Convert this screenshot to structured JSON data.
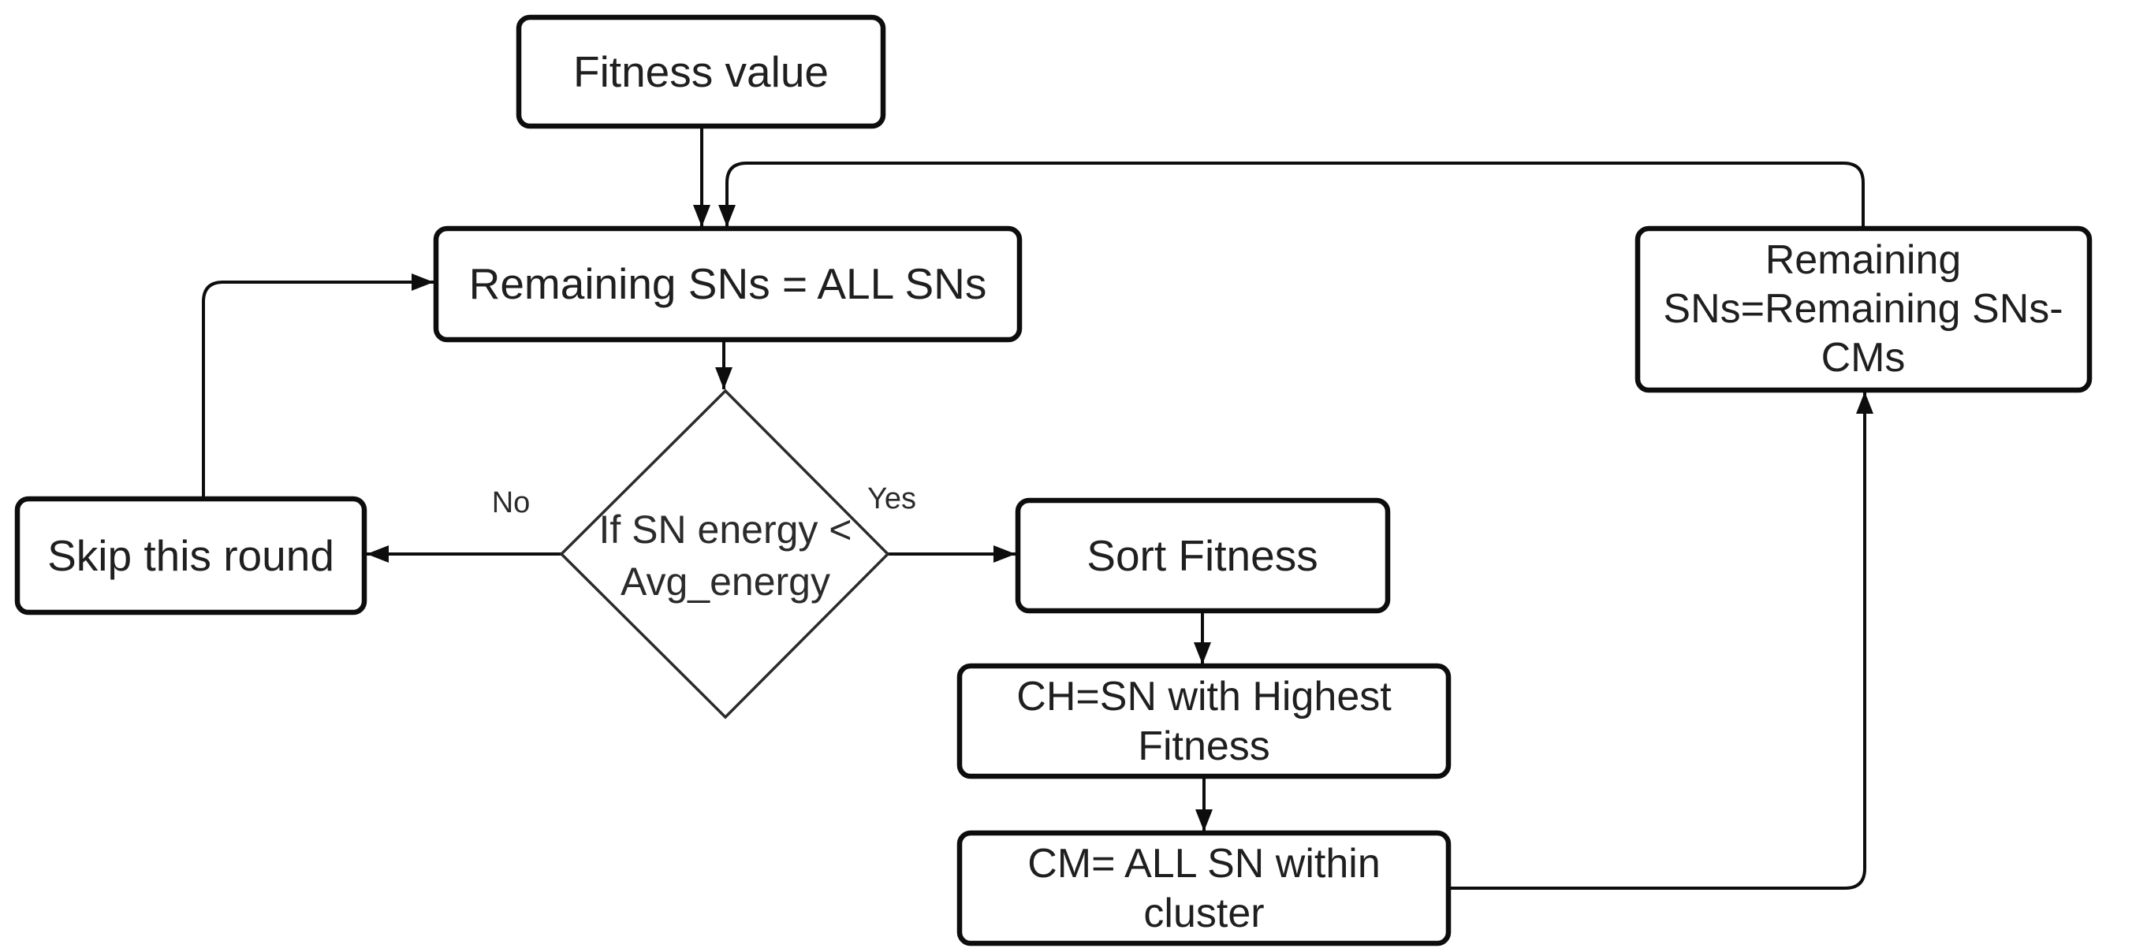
{
  "diagram": {
    "type": "flowchart",
    "colors": {
      "background": "#ffffff",
      "stroke": "#0d0d0d",
      "text": "#1f1f1f"
    },
    "nodes": {
      "fitness_value": {
        "label": "Fitness value"
      },
      "remaining_all_sns": {
        "label": "Remaining SNs = ALL SNs"
      },
      "energy_check": {
        "line1": "If SN energy <",
        "line2": "Avg_energy"
      },
      "skip_round": {
        "label": "Skip this round"
      },
      "sort_fitness": {
        "label": "Sort Fitness"
      },
      "ch_highest_fitness": {
        "line1": "CH=SN with Highest",
        "line2": "Fitness"
      },
      "cm_all_sn_cluster": {
        "line1": "CM= ALL SN within",
        "line2": "cluster"
      },
      "remaining_minus_cms": {
        "line1": "Remaining",
        "line2": "SNs=Remaining SNs-",
        "line3": "CMs"
      }
    },
    "edge_labels": {
      "no": "No",
      "yes": "Yes"
    }
  }
}
